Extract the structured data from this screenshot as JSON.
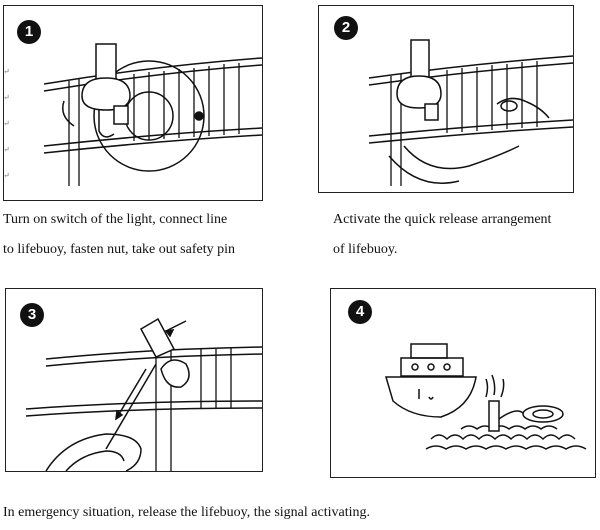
{
  "steps": [
    {
      "number": "1",
      "caption_line1": "Turn on switch of the light, connect line",
      "caption_line2": "to lifebuoy,  fasten nut, take out safety pin"
    },
    {
      "number": "2",
      "caption_line1": "Activate the quick release arrangement",
      "caption_line2": "of   lifebuoy."
    },
    {
      "number": "3",
      "caption_line1": "In emergency situation,   release the lifebuoy,   the signal activating.",
      "caption_line2": ""
    },
    {
      "number": "4",
      "caption_line1": "",
      "caption_line2": ""
    }
  ],
  "margin_mark": "↵",
  "colors": {
    "line": "#111111",
    "background": "#ffffff"
  }
}
